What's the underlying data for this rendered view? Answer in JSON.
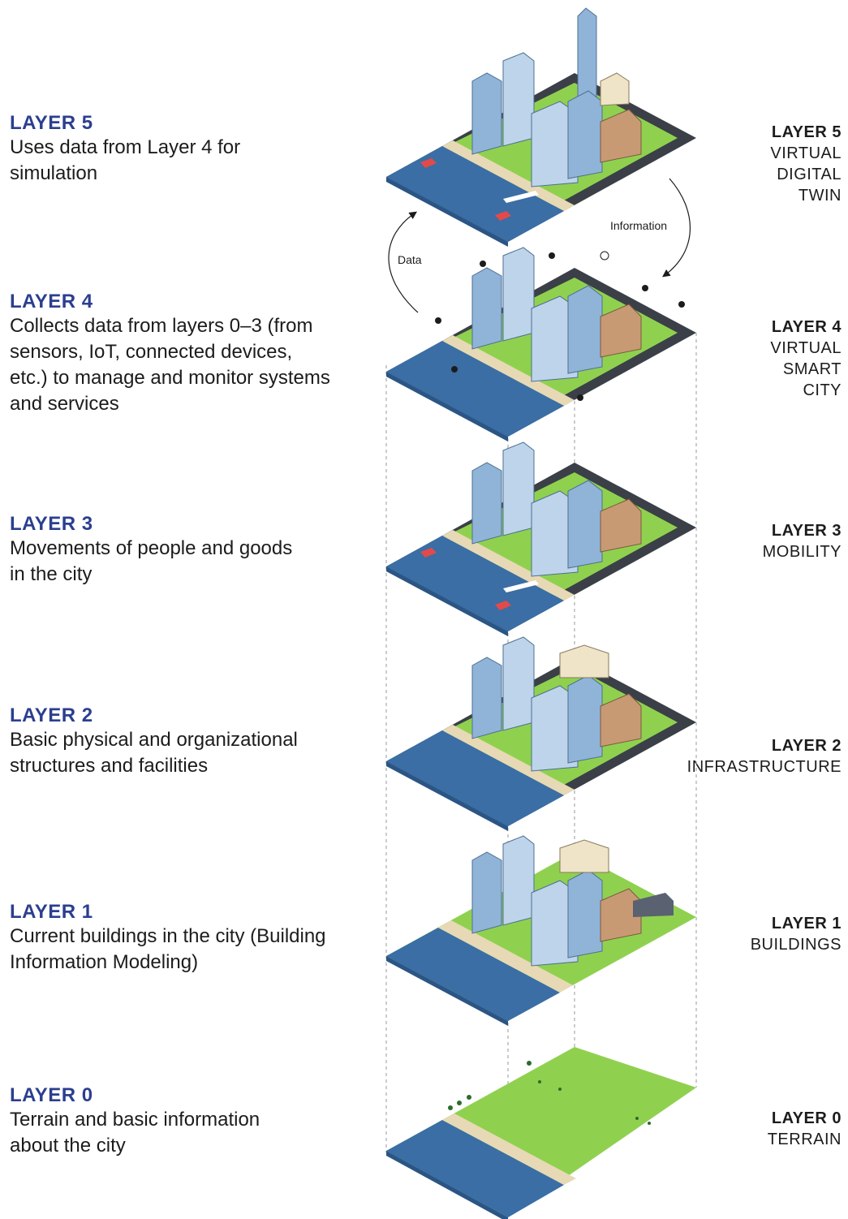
{
  "layers": [
    {
      "id": "5",
      "title": "LAYER 5",
      "description": "Uses data from Layer 4 for simulation",
      "right_title": "LAYER 5",
      "right_name": [
        "VIRTUAL",
        "DIGITAL",
        "TWIN"
      ]
    },
    {
      "id": "4",
      "title": "LAYER 4",
      "description": "Collects data from layers 0–3 (from sensors, IoT, connected devices, etc.) to manage and monitor systems and services",
      "right_title": "LAYER 4",
      "right_name": [
        "VIRTUAL",
        "SMART",
        "CITY"
      ]
    },
    {
      "id": "3",
      "title": "LAYER 3",
      "description": "Movements of people and goods in the city",
      "right_title": "LAYER 3",
      "right_name": [
        "MOBILITY"
      ]
    },
    {
      "id": "2",
      "title": "LAYER 2",
      "description": "Basic physical and organizational structures and facilities",
      "right_title": "LAYER 2",
      "right_name": [
        "INFRASTRUCTURE"
      ]
    },
    {
      "id": "1",
      "title": "LAYER 1",
      "description": "Current buildings in the city (Building Information Modeling)",
      "right_title": "LAYER 1",
      "right_name": [
        "BUILDINGS"
      ]
    },
    {
      "id": "0",
      "title": "LAYER 0",
      "description": "Terrain and basic information about the city",
      "right_title": "LAYER 0",
      "right_name": [
        "TERRAIN"
      ]
    }
  ],
  "flows": {
    "data_label": "Data",
    "information_label": "Information"
  },
  "colors": {
    "accent": "#2b3f8f",
    "water": "#3a6ea5",
    "grass": "#8fd14f",
    "road": "#3b3f47",
    "sand": "#e7d9b5",
    "glass": "#8fb4d8",
    "brick": "#c89a73"
  }
}
